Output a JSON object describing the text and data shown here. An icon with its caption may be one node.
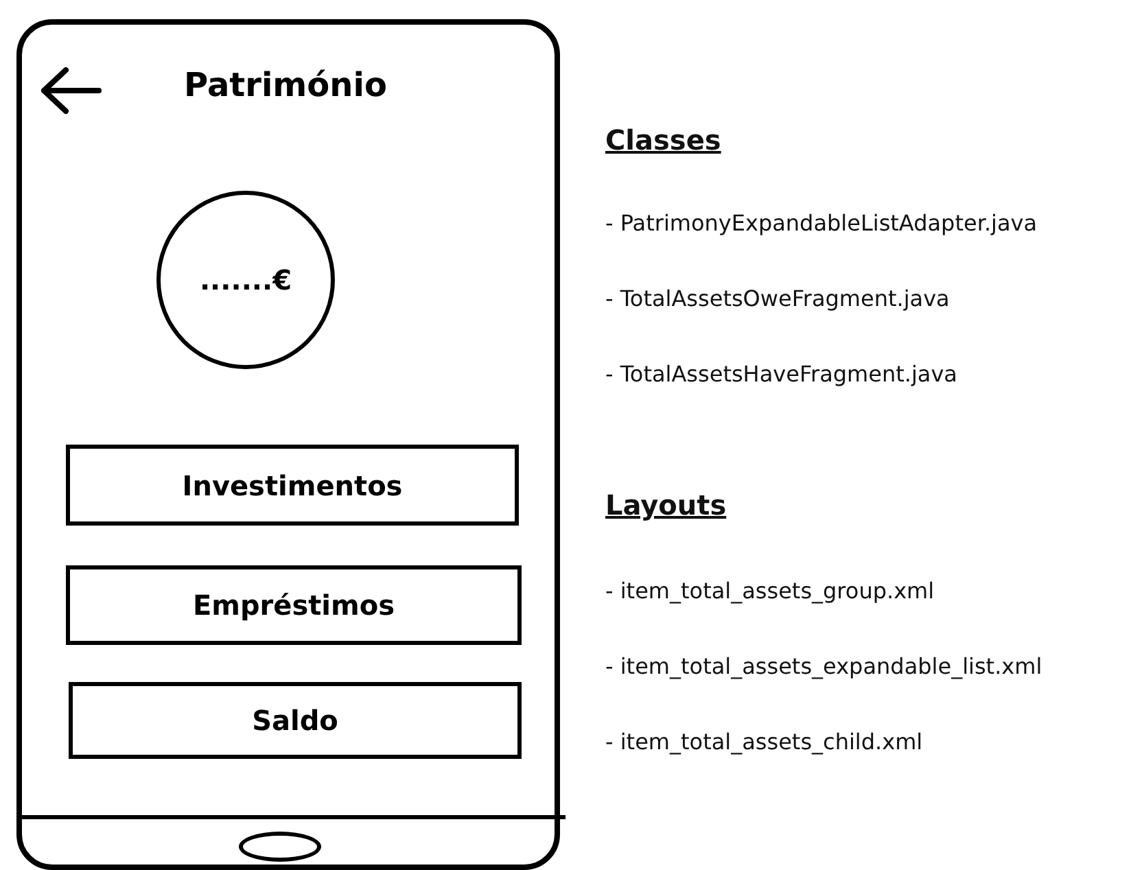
{
  "diagram": {
    "nodes": [
      {
        "text": [
          "Património"
        ]
      },
      {
        "text": [
          ".......€"
        ],
        "in": 0
      },
      {
        "text": [
          "Investimentos"
        ],
        "in": 0
      },
      {
        "text": [
          "Empréstimos"
        ],
        "in": 0
      },
      {
        "text": [
          "Saldo"
        ],
        "in": 0
      }
    ],
    "labels": [
      "Classes",
      "- PatrimonyExpandableListAdapter.java",
      "- TotalAssetsOweFragment.java",
      "- TotalAssetsHaveFragment.java",
      "Layouts",
      "- item_total_assets_group.xml",
      "- item_total_assets_expandable_list.xml",
      "- item_total_assets_child.xml"
    ]
  }
}
